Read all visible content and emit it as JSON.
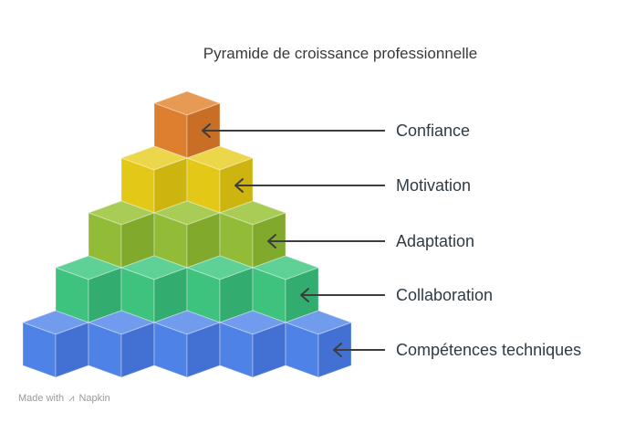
{
  "title": "Pyramide de croissance professionnelle",
  "levels": [
    {
      "label": "Confiance",
      "cubes": 1,
      "color_front": "#de7f2f",
      "color_side": "#c96f25",
      "color_top": "#e79a53"
    },
    {
      "label": "Motivation",
      "cubes": 2,
      "color_front": "#e3c818",
      "color_side": "#cdb40f",
      "color_top": "#ecd64a"
    },
    {
      "label": "Adaptation",
      "cubes": 3,
      "color_front": "#92bc37",
      "color_side": "#81a92c",
      "color_top": "#a8cc55"
    },
    {
      "label": "Collaboration",
      "cubes": 4,
      "color_front": "#3ec37f",
      "color_side": "#33ad6f",
      "color_top": "#5fd197"
    },
    {
      "label": "Compétences techniques",
      "cubes": 5,
      "color_front": "#4f82e6",
      "color_side": "#4271d3",
      "color_top": "#719bed"
    }
  ],
  "arrow_color": "#3d3d3d",
  "footer": {
    "prefix": "Made with",
    "brand": "Napkin"
  }
}
